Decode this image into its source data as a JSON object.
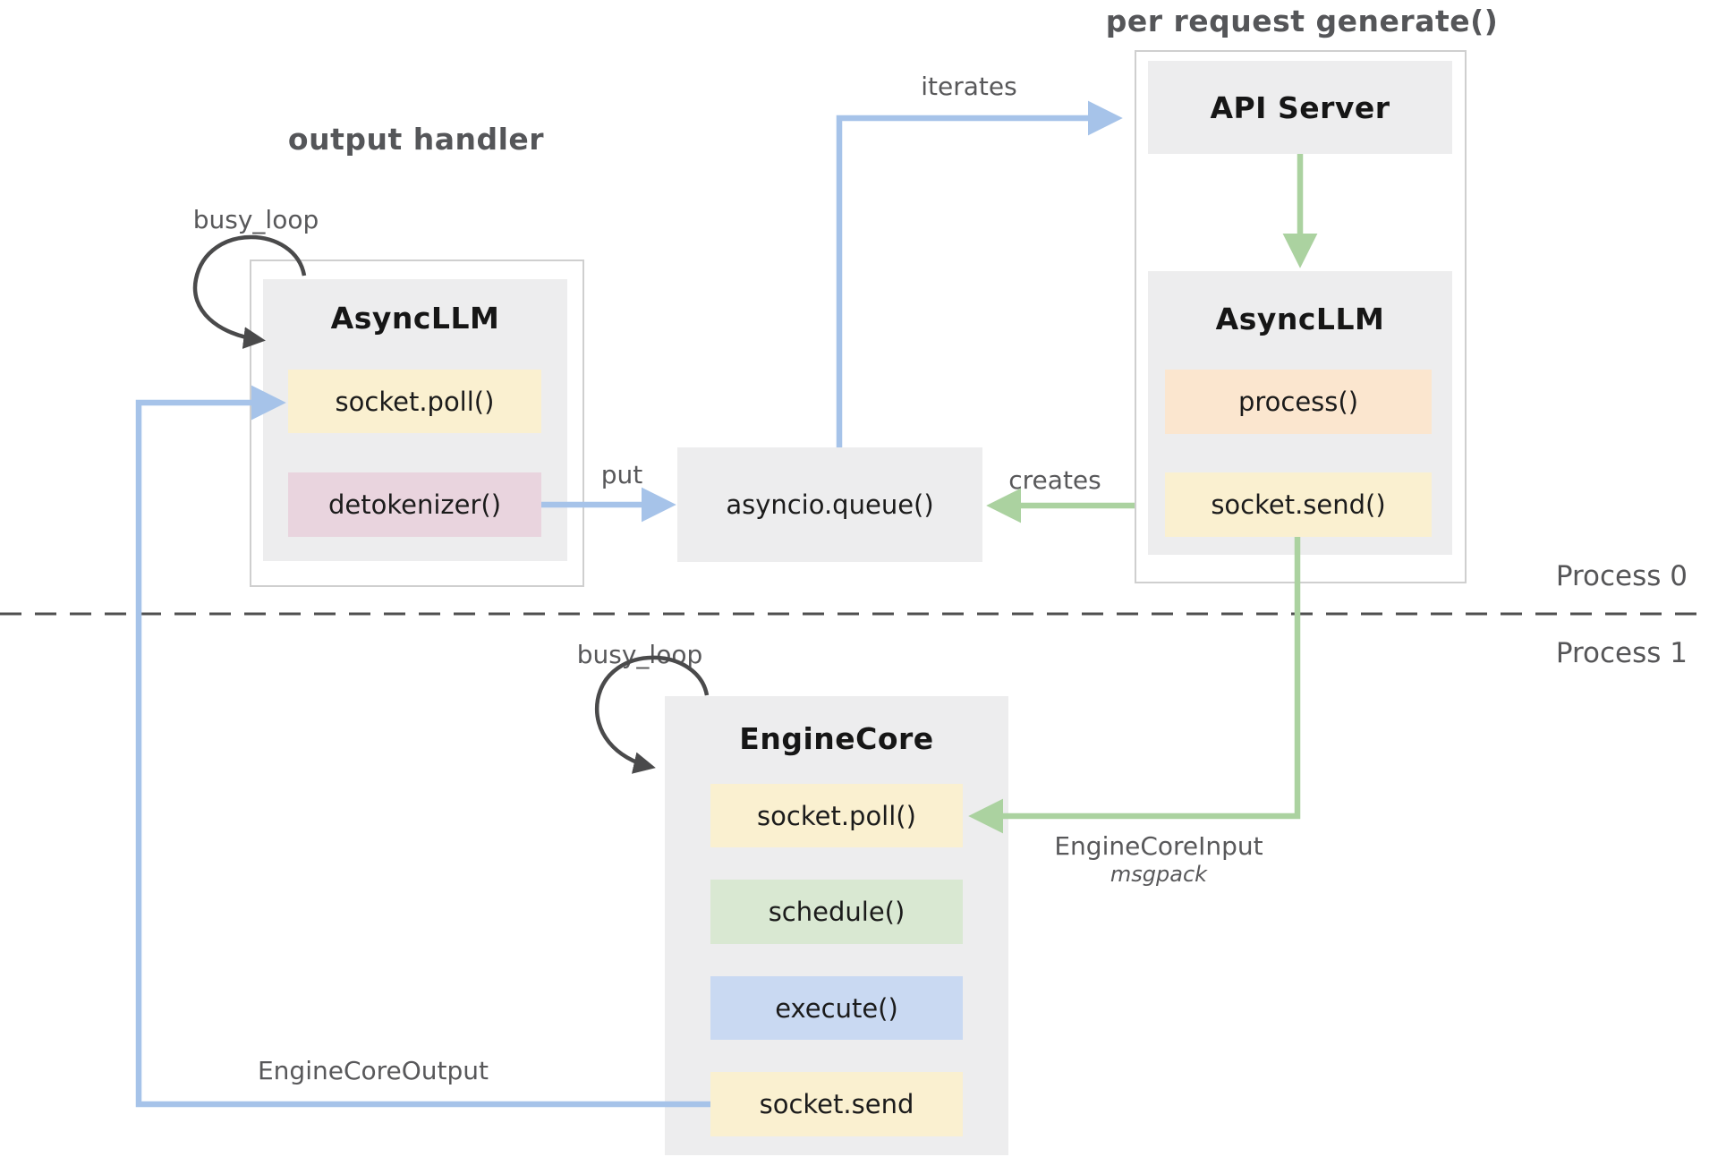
{
  "titles": {
    "output_handler": "output handler",
    "per_request": "per request generate()"
  },
  "labels": {
    "busy_loop_top": "busy_loop",
    "busy_loop_bottom": "busy_loop",
    "iterates": "iterates",
    "put": "put",
    "creates": "creates",
    "engine_core_input": "EngineCoreInput",
    "msgpack": "msgpack",
    "engine_core_output": "EngineCoreOutput",
    "process0": "Process 0",
    "process1": "Process 1"
  },
  "boxes": {
    "api_server": {
      "title": "API Server"
    },
    "async_llm_right": {
      "title": "AsyncLLM",
      "methods": [
        {
          "label": "process()",
          "color": "peach"
        },
        {
          "label": "socket.send()",
          "color": "yellow"
        }
      ]
    },
    "async_llm_left": {
      "title": "AsyncLLM",
      "methods": [
        {
          "label": "socket.poll()",
          "color": "yellow"
        },
        {
          "label": "detokenizer()",
          "color": "pink"
        }
      ]
    },
    "engine_core": {
      "title": "EngineCore",
      "methods": [
        {
          "label": "socket.poll()",
          "color": "yellow"
        },
        {
          "label": "schedule()",
          "color": "green"
        },
        {
          "label": "execute()",
          "color": "blue"
        },
        {
          "label": "socket.send",
          "color": "yellow"
        }
      ]
    },
    "queue": {
      "label": "asyncio.queue()"
    }
  },
  "colors": {
    "box_gray": "#ededee",
    "frame_border": "#cfcfcf",
    "pill_yellow": "#faf0d0",
    "pill_pink": "#e9d4de",
    "pill_peach": "#fbe6cf",
    "pill_green": "#d9e8d2",
    "pill_blue": "#c9d9f2",
    "arrow_blue": "#a6c3e9",
    "arrow_green": "#abd2a0",
    "arrow_dark": "#4a4a4b",
    "label_gray": "#58585a",
    "text_dark": "#161616"
  }
}
